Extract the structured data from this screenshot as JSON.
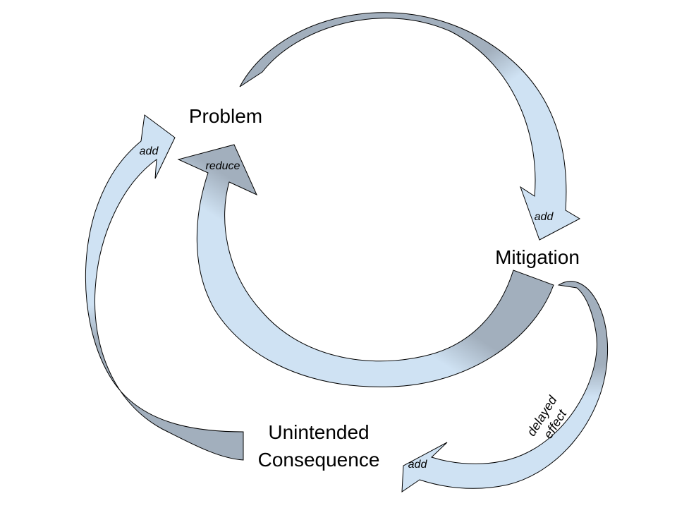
{
  "nodes": {
    "problem": "Problem",
    "mitigation": "Mitigation",
    "unintended_line1": "Unintended",
    "unintended_line2": "Consequence"
  },
  "edges": {
    "problem_to_mitigation": "add",
    "mitigation_to_problem": "reduce",
    "mitigation_to_consequence_line1": "delayed",
    "mitigation_to_consequence_line2": "effect",
    "mitigation_to_consequence_tip": "add",
    "consequence_to_problem": "add"
  },
  "colors": {
    "arrow_light": "#cfe2f3",
    "arrow_dark": "#a2afbd",
    "stroke": "#000000",
    "text": "#000000"
  }
}
